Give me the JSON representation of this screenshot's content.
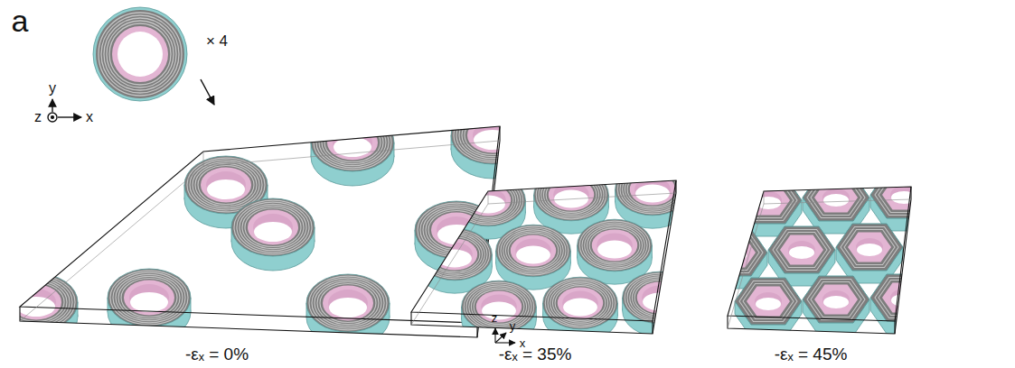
{
  "diagram": {
    "labels": [
      "a",
      "× 4",
      "y",
      "z",
      "x",
      "z",
      "y",
      "x",
      "-εₓ = 0%",
      "-εₓ = 35%",
      "-εₓ = 45%"
    ]
  }
}
